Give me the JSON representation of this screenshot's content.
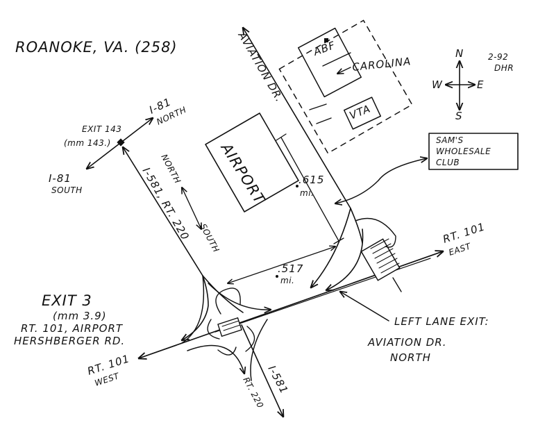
{
  "title": "ROANOKE, VA. (258)",
  "credit": {
    "line1": "2-92",
    "line2": "DHR"
  },
  "compass": {
    "n": "N",
    "s": "S",
    "e": "E",
    "w": "W"
  },
  "highways": {
    "i81_north": {
      "line1": "I-81",
      "line2": "NORTH"
    },
    "i81_south": {
      "line1": "I-81",
      "line2": "SOUTH"
    },
    "exit143": {
      "line1": "EXIT 143",
      "line2": "(mm 143.)"
    },
    "i581_rt220": "I-581, RT. 220",
    "north_south": {
      "north": "NORTH",
      "south": "SOUTH"
    },
    "rt101_east": {
      "line1": "RT. 101",
      "line2": "EAST"
    },
    "rt101_west": {
      "line1": "RT. 101",
      "line2": "WEST"
    },
    "i581_bottom": "I-581",
    "rt220_bottom": "RT. 220"
  },
  "places": {
    "aviation_dr": "AVIATION DR.",
    "airport": "AIRPORT",
    "carolina": "CAROLINA",
    "abf": "ABF",
    "vta": "VTA",
    "sams": {
      "line1": "SAM'S",
      "line2": "WHOLESALE",
      "line3": "CLUB"
    }
  },
  "distances": {
    "d615": ".615",
    "d615_unit": "mi.",
    "d517": ".517",
    "d517_unit": "mi."
  },
  "exit3": {
    "line1": "EXIT 3",
    "line2": "(mm 3.9)",
    "line3": "RT. 101, AIRPORT",
    "line4": "HERSHBERGER RD."
  },
  "note": {
    "line1": "LEFT LANE EXIT:",
    "line2": "AVIATION DR.",
    "line3": "NORTH"
  },
  "colors": {
    "ink": "#111111",
    "paper": "#ffffff"
  }
}
